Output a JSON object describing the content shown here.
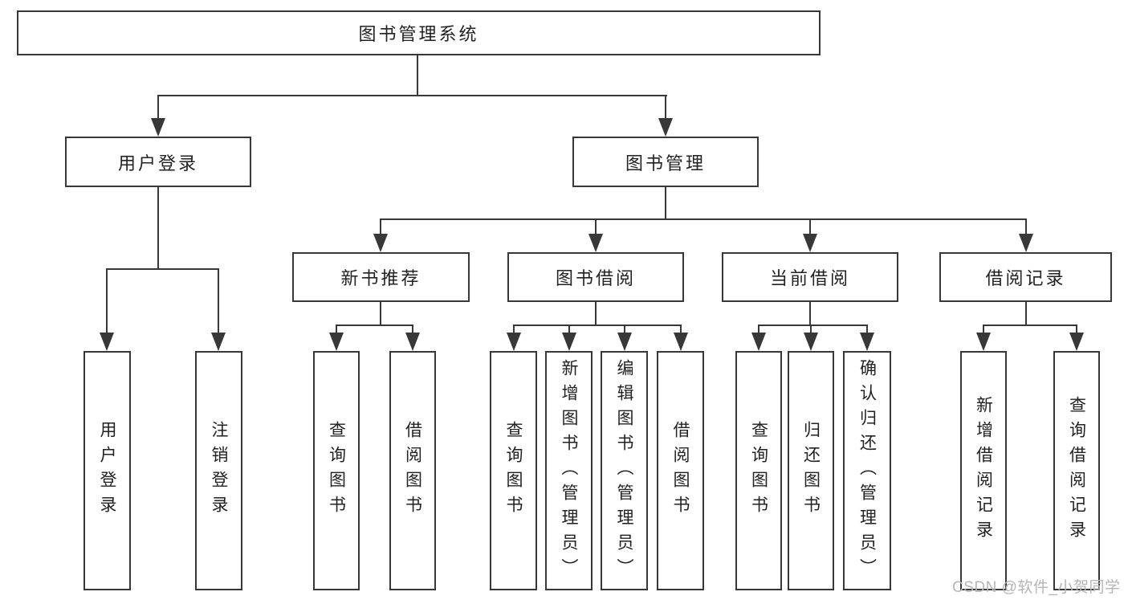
{
  "diagram": {
    "root": {
      "label": "图书管理系统"
    },
    "user_login": {
      "label": "用户登录",
      "leaves": [
        "用户登录",
        "注销登录"
      ]
    },
    "book_mgmt": {
      "label": "图书管理",
      "sections": {
        "new_books": {
          "label": "新书推荐",
          "leaves": [
            "查询图书",
            "借阅图书"
          ]
        },
        "book_borrow": {
          "label": "图书借阅",
          "leaves": [
            "查询图书",
            "新增图书（管理员）",
            "编辑图书（管理员）",
            "借阅图书"
          ]
        },
        "current_borrow": {
          "label": "当前借阅",
          "leaves": [
            "查询图书",
            "归还图书",
            "确认归还（管理员）"
          ]
        },
        "borrow_records": {
          "label": "借阅记录",
          "leaves": [
            "新增借阅记录",
            "查询借阅记录"
          ]
        }
      }
    }
  },
  "watermark": "CSDN @软件_小贺同学",
  "colors": {
    "line": "#383838",
    "border": "#383838",
    "text": "#222222",
    "watermark_text": "#b5b5b5",
    "background": "#ffffff"
  }
}
